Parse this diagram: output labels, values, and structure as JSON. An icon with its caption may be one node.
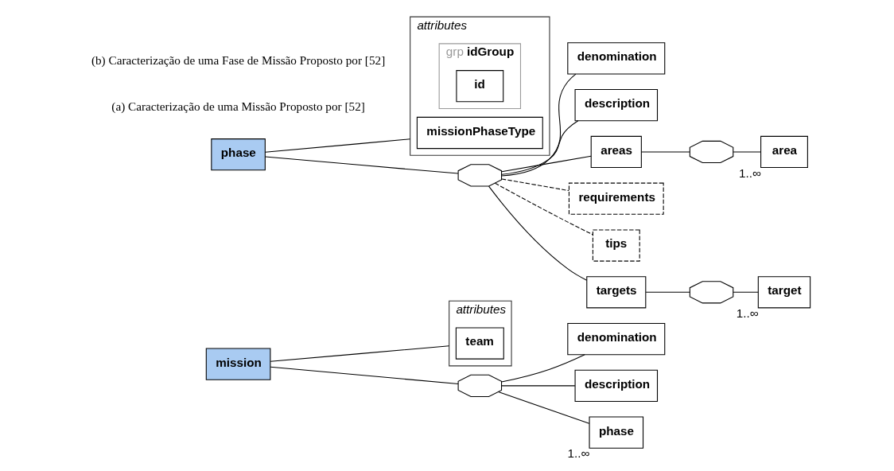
{
  "diagram": {
    "nodes": [
      {
        "text": [
          "mission"
        ]
      },
      {
        "text": [
          "attributes"
        ]
      },
      {
        "text": [
          "team"
        ],
        "in": 1
      },
      {
        "text": [],
        "shape": "octagon"
      },
      {
        "text": [
          "denomination"
        ]
      },
      {
        "text": [
          "description"
        ]
      },
      {
        "text": [
          "phase"
        ],
        "beside": [
          "1..∞"
        ]
      },
      {
        "text": [
          "phase"
        ]
      },
      {
        "text": [
          "attributes"
        ]
      },
      {
        "text": [
          "missionPhaseType"
        ],
        "in": 8
      },
      {
        "text": [
          "grp",
          "idGroup"
        ],
        "in": 8
      },
      {
        "text": [
          "id"
        ],
        "in": 10
      },
      {
        "text": [],
        "shape": "octagon"
      },
      {
        "text": [
          "denomination"
        ]
      },
      {
        "text": [
          "description"
        ]
      },
      {
        "text": [
          "areas"
        ]
      },
      {
        "text": [],
        "shape": "octagon"
      },
      {
        "text": [
          "area"
        ],
        "beside": [
          "1..∞"
        ]
      },
      {
        "text": [
          "requirements"
        ]
      },
      {
        "text": [
          "tips"
        ]
      },
      {
        "text": [
          "targets"
        ]
      },
      {
        "text": [],
        "shape": "octagon"
      },
      {
        "text": [
          "target"
        ],
        "beside": [
          "1..∞"
        ]
      }
    ],
    "edges": [
      {
        "from": 0,
        "to": 1,
        "arrow": "none"
      },
      {
        "from": 0,
        "to": 3,
        "arrow": "none"
      },
      {
        "from": 3,
        "to": 4,
        "arrow": "none"
      },
      {
        "from": 3,
        "to": 5,
        "arrow": "none"
      },
      {
        "from": 3,
        "to": 6,
        "arrow": "none"
      },
      {
        "from": 7,
        "to": 8,
        "arrow": "none"
      },
      {
        "from": 7,
        "to": 12,
        "arrow": "none"
      },
      {
        "from": 12,
        "to": 13,
        "arrow": "none"
      },
      {
        "from": 12,
        "to": 14,
        "arrow": "none"
      },
      {
        "from": 12,
        "to": 15,
        "arrow": "none"
      },
      {
        "from": 15,
        "to": 16,
        "arrow": "none"
      },
      {
        "from": 16,
        "to": 17,
        "arrow": "none"
      },
      {
        "from": 12,
        "to": 18,
        "arrow": "none",
        "style": "dashed"
      },
      {
        "from": 12,
        "to": 19,
        "arrow": "none",
        "style": "dashed"
      },
      {
        "from": 12,
        "to": 20,
        "arrow": "none"
      },
      {
        "from": 20,
        "to": 21,
        "arrow": "none"
      },
      {
        "from": 21,
        "to": 22,
        "arrow": "none"
      }
    ],
    "labels": [
      "(a) Caracterização de uma Missão Proposto por [52]",
      "(b) Caracterização de uma Fase de Missão Proposto por [52]"
    ]
  }
}
